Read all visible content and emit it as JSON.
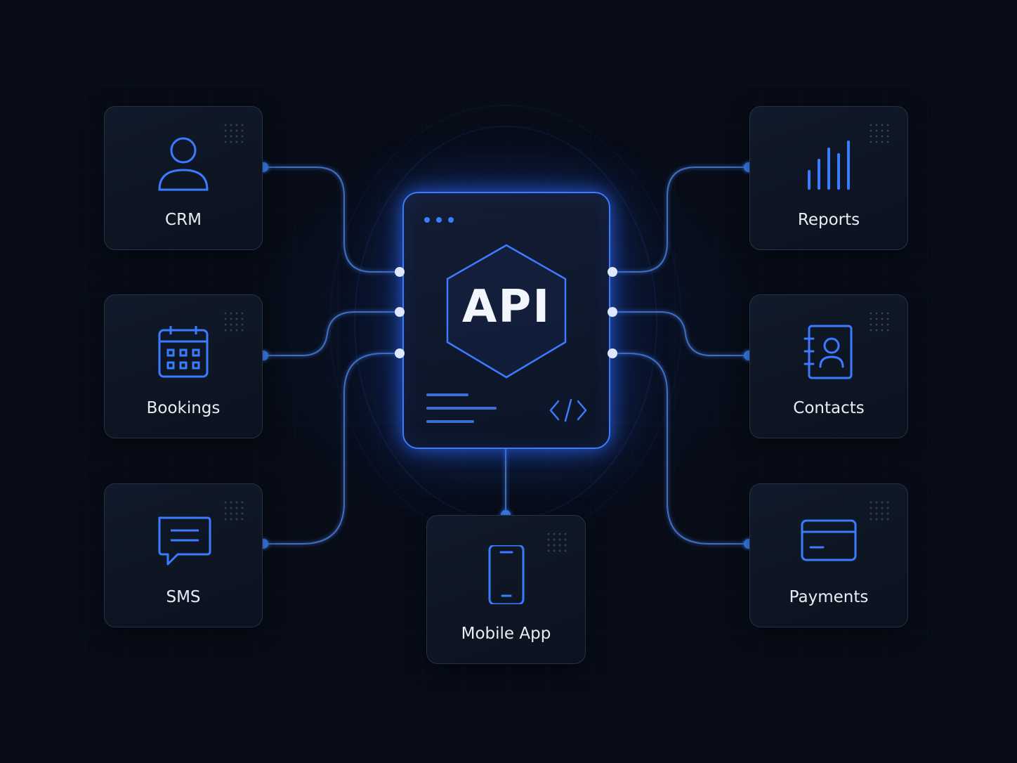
{
  "hub": {
    "title": "API"
  },
  "nodes": {
    "crm": {
      "label": "CRM",
      "icon": "user-icon"
    },
    "bookings": {
      "label": "Bookings",
      "icon": "calendar-icon"
    },
    "sms": {
      "label": "SMS",
      "icon": "chat-bubble-icon"
    },
    "reports": {
      "label": "Reports",
      "icon": "bar-chart-icon"
    },
    "contacts": {
      "label": "Contacts",
      "icon": "contact-book-icon"
    },
    "payments": {
      "label": "Payments",
      "icon": "credit-card-icon"
    },
    "mobile": {
      "label": "Mobile App",
      "icon": "smartphone-icon"
    }
  },
  "colors": {
    "background": "#070c17",
    "accent": "#3b7bff",
    "card": "#0f1726",
    "text": "#e8edf5"
  }
}
